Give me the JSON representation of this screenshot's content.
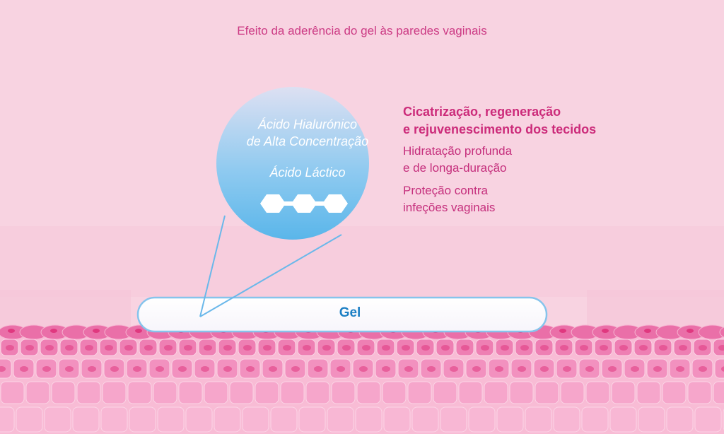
{
  "caption": "Efeito da aderência do gel às paredes vaginais",
  "bubble": {
    "line1": "Ácido Hialurónico",
    "line2": "de Alta Concentração",
    "line3": "Ácido Láctico"
  },
  "gel_label": "Gel",
  "callout": {
    "headline_line1": "Cicatrização, regeneração",
    "headline_line2": "e rejuvenescimento dos tecidos",
    "benefit1_line1": "Hidratação profunda",
    "benefit1_line2": "e de longa-duração",
    "benefit2_line1": "Proteção contra",
    "benefit2_line2": "infeções vaginais"
  },
  "colors": {
    "background": "#f8d3e1",
    "accent_text": "#cc2b7a",
    "bubble_light": "#dde0f2",
    "bubble_blue": "#5ab6ea",
    "gel_outline": "#86c4ec",
    "gel_text": "#1c7fc4",
    "cell_fill": "#f08cbc",
    "cell_nucleus": "#e0387f"
  }
}
